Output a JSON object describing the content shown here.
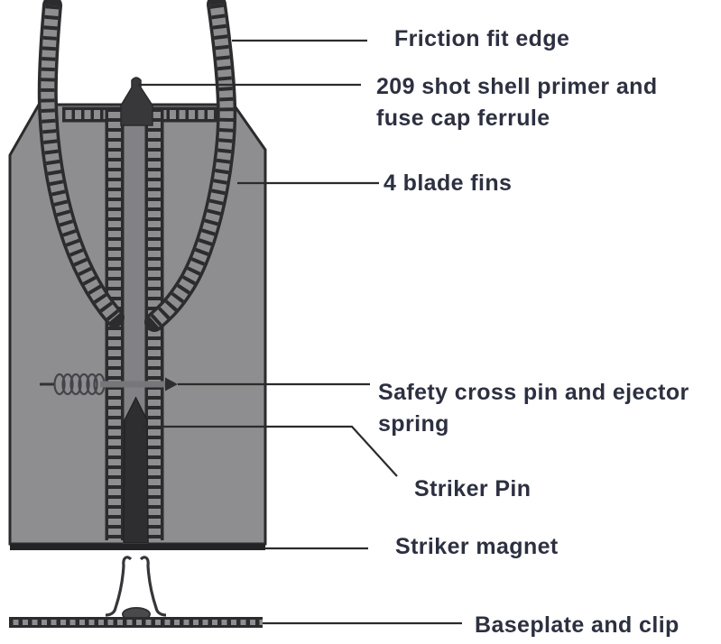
{
  "figure": {
    "type": "labeled-technical-diagram",
    "labels": {
      "friction_fit_edge": "Friction fit edge",
      "primer": {
        "line1": "209 shot shell primer and",
        "line2": "fuse cap ferrule"
      },
      "blade_fins": "4 blade fins",
      "safety_pin": {
        "line1": "Safety cross pin and ejector",
        "line2": "spring"
      },
      "striker_pin": "Striker Pin",
      "striker_magnet": "Striker magnet",
      "baseplate_clip": "Baseplate and clip"
    },
    "colors": {
      "background": "#ffffff",
      "body_gray": "#8e8e91",
      "channel_gray": "#828286",
      "outline_dark": "#2c2c2e",
      "dark_component": "#323235",
      "pin_rod_gray": "#77777b",
      "label_text": "#2c3040",
      "leader_line": "#2b2b2b"
    }
  }
}
